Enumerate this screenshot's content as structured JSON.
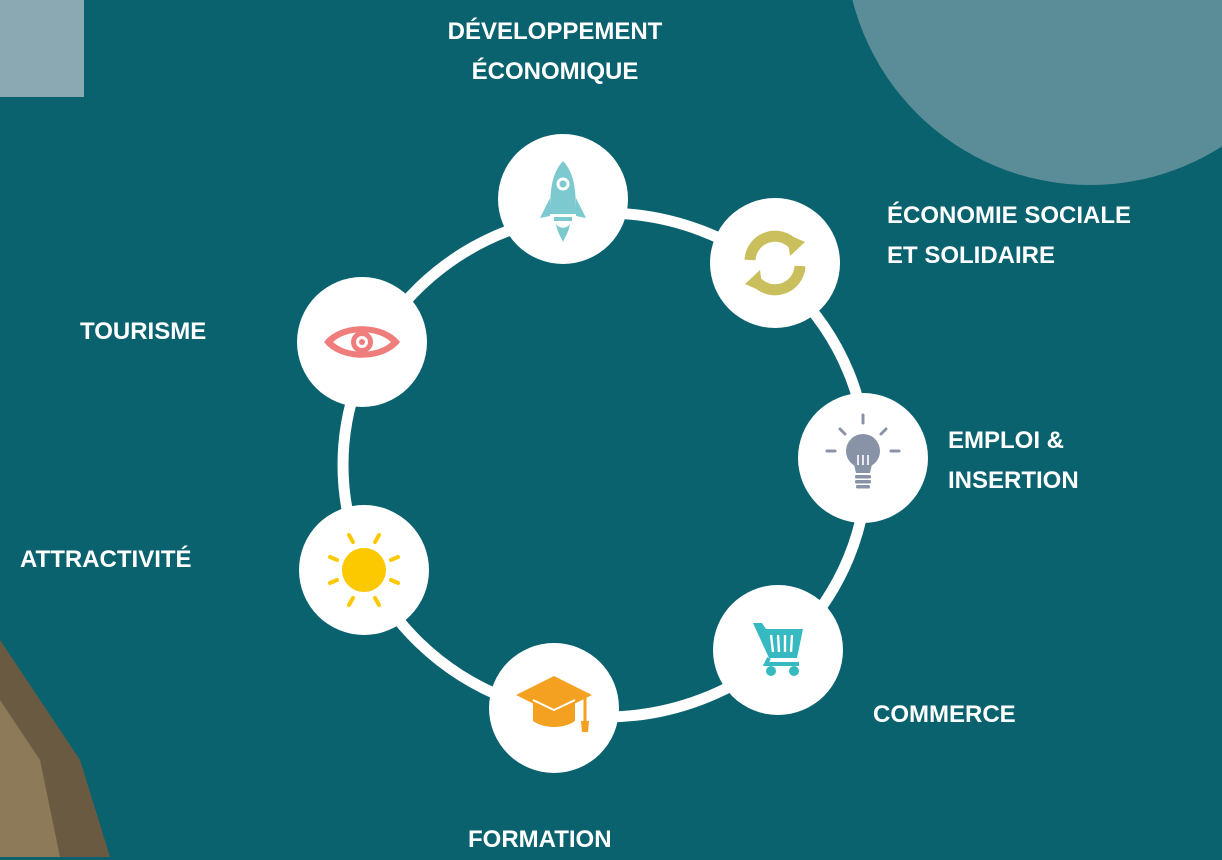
{
  "diagram": {
    "nodes": [
      {
        "id": "developpement",
        "lines": [
          "DÉVELOPPEMENT",
          "ÉCONOMIQUE"
        ],
        "icon": "rocket-icon",
        "icon_color": "#7cc9cf"
      },
      {
        "id": "ess",
        "lines": [
          "ÉCONOMIE SOCIALE",
          "ET SOLIDAIRE"
        ],
        "icon": "refresh-arrows-icon",
        "icon_color": "#c9bf5d"
      },
      {
        "id": "emploi",
        "lines": [
          "EMPLOI &",
          "INSERTION"
        ],
        "icon": "lightbulb-icon",
        "icon_color": "#8893a8"
      },
      {
        "id": "commerce",
        "lines": [
          "COMMERCE"
        ],
        "icon": "shopping-cart-icon",
        "icon_color": "#36b9c0"
      },
      {
        "id": "formation",
        "lines": [
          "FORMATION"
        ],
        "icon": "graduation-cap-icon",
        "icon_color": "#f4a020"
      },
      {
        "id": "attractivite",
        "lines": [
          "ATTRACTIVITÉ"
        ],
        "icon": "sun-icon",
        "icon_color": "#fcc800"
      },
      {
        "id": "tourisme",
        "lines": [
          "TOURISME"
        ],
        "icon": "eye-icon",
        "icon_color": "#ef7d7b"
      }
    ]
  },
  "colors": {
    "background": "#0b626f",
    "ring": "#ffffff",
    "decor_circle": "#5b8d99",
    "decor_square": "#8aa9b2"
  }
}
